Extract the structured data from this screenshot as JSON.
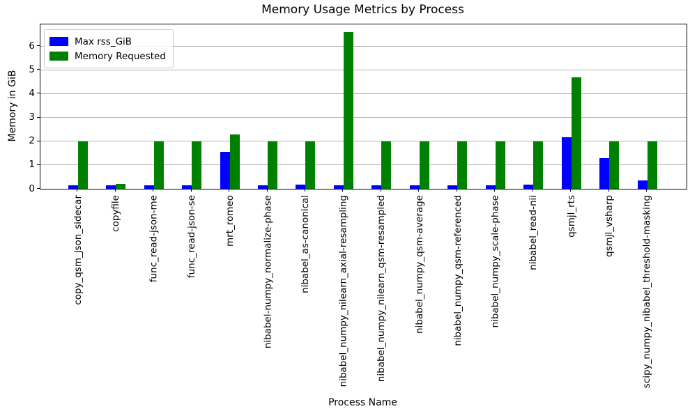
{
  "chart_data": {
    "type": "bar",
    "title": "Memory Usage Metrics by Process",
    "xlabel": "Process Name",
    "ylabel": "Memory in GiB",
    "grid": true,
    "legend_position": "upper left",
    "ylim": [
      0,
      6.91
    ],
    "yticks": [
      0,
      1,
      2,
      3,
      4,
      5,
      6
    ],
    "categories": [
      "copy_qsm_json_sidecar",
      "copyfile",
      "func_read-json-me",
      "func_read-json-se",
      "mrt_romeo",
      "nibabel-numpy_normalize-phase",
      "nibabel_as-canonical",
      "nibabel_numpy_nilearn_axial-resampling",
      "nibabel_numpy_nilearn_qsm-resampled",
      "nibabel_numpy_qsm-average",
      "nibabel_numpy_qsm-referenced",
      "nibabel_numpy_scale-phase",
      "nibabel_read-nii",
      "qsmjl_rts",
      "qsmjl_vsharp",
      "scipy_numpy_nibabel_threshold-masking"
    ],
    "series": [
      {
        "name": "Max rss_GiB",
        "color": "#0000ff",
        "values": [
          0.14,
          0.14,
          0.14,
          0.14,
          1.55,
          0.14,
          0.17,
          0.14,
          0.14,
          0.14,
          0.14,
          0.14,
          0.17,
          2.16,
          1.29,
          0.35
        ]
      },
      {
        "name": "Memory Requested",
        "color": "#008000",
        "values": [
          1.98,
          0.2,
          1.98,
          1.98,
          2.28,
          1.98,
          1.98,
          6.58,
          1.98,
          1.98,
          1.98,
          1.98,
          1.98,
          4.7,
          1.98,
          1.98
        ]
      }
    ]
  }
}
